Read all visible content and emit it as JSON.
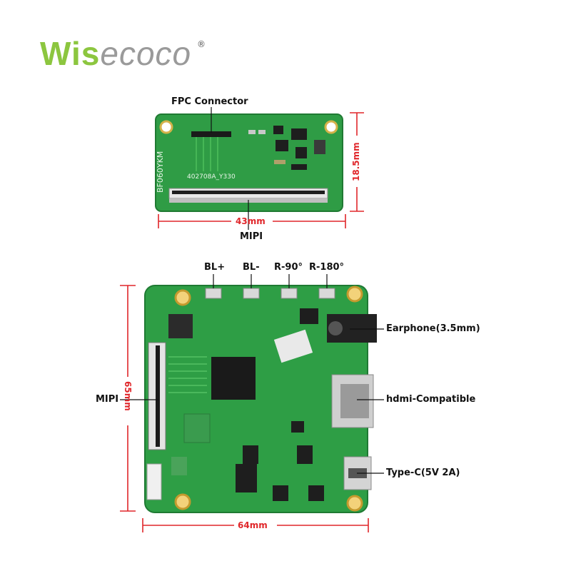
{
  "brand": {
    "name_part1": "Wis",
    "name_part2": "ecoco",
    "registered": "®"
  },
  "small_board": {
    "fpc_label": "FPC Connector",
    "mipi_label": "MIPI",
    "width_dim": "43mm",
    "height_dim": "18.5mm",
    "silk_model": "BF060YKM",
    "silk_code": "402708A_Y330"
  },
  "main_board": {
    "buttons": [
      "BL+",
      "BL-",
      "R-90°",
      "R-180°"
    ],
    "earphone_label": "Earphone(3.5mm)",
    "hdmi_label": "hdmi-Compatible",
    "typec_label": "Type-C(5V 2A)",
    "mipi_label": "MIPI",
    "height_dim": "65mm",
    "width_dim": "64mm"
  },
  "colors": {
    "pcb": "#2e9e45",
    "dim_red": "#e0262a",
    "logo_green": "#8cc63f",
    "logo_gray": "#9a9a9a"
  }
}
